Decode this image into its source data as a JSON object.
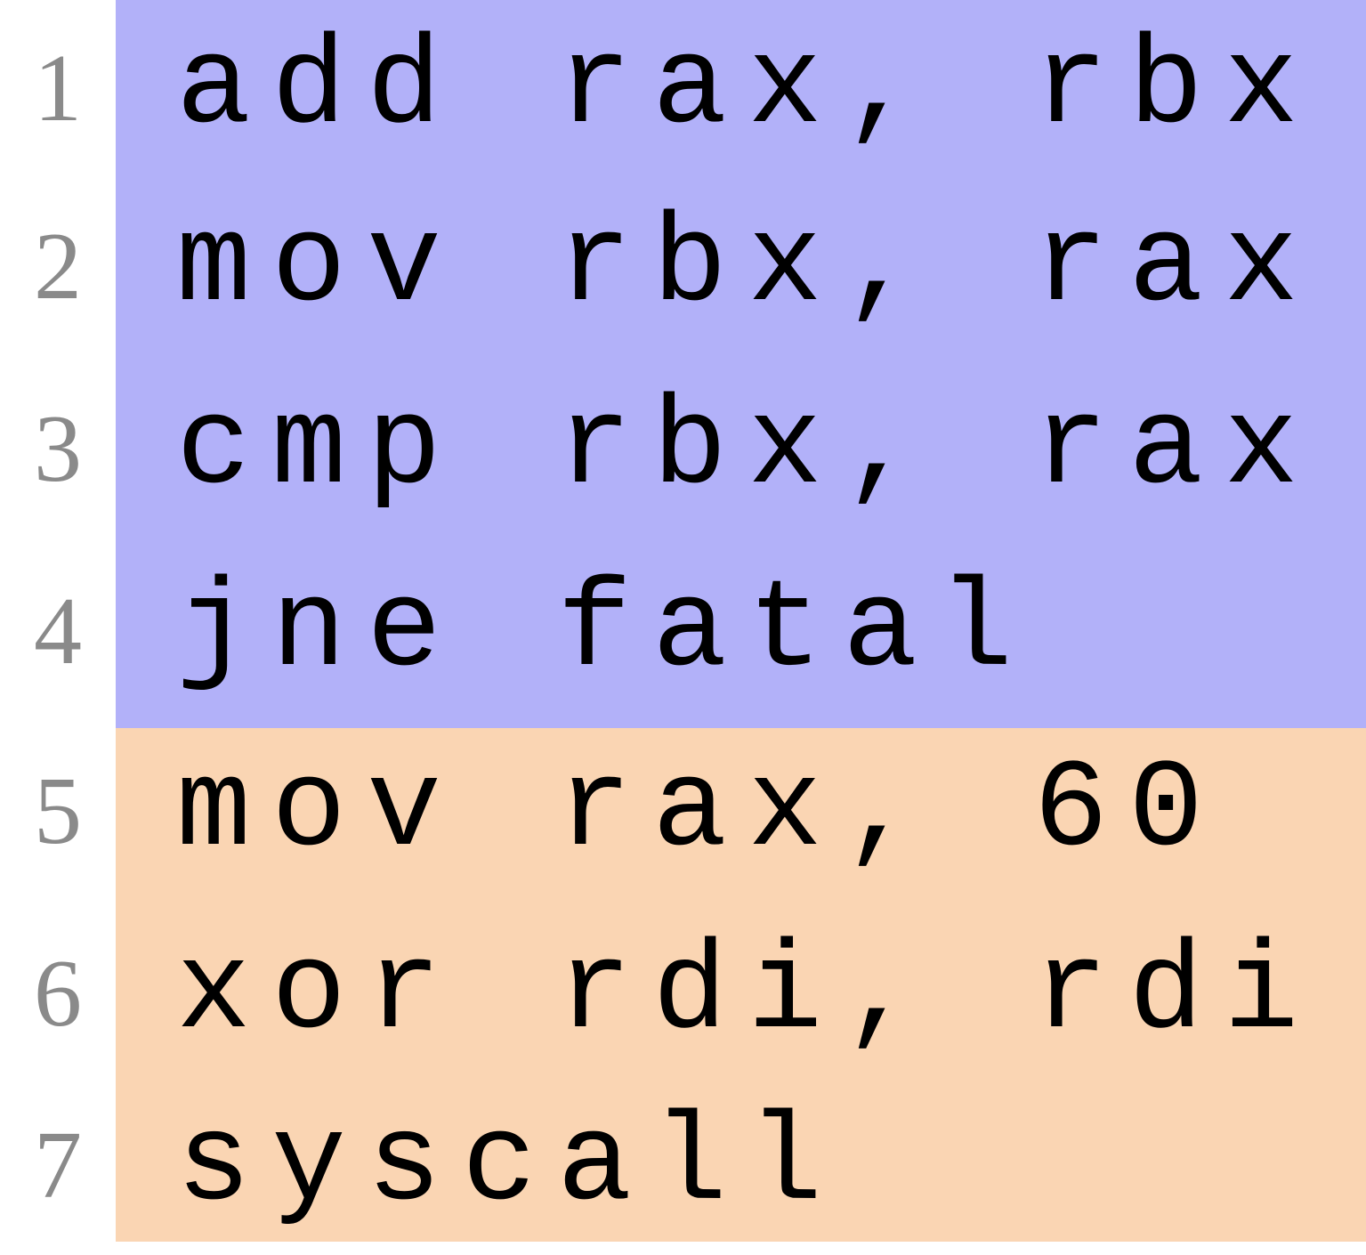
{
  "colors": {
    "block_1": "#b2b1f9",
    "block_2": "#fad5b3",
    "line_number": "#8a8a8a",
    "code_text": "#000000"
  },
  "lines": [
    {
      "number": "1",
      "text": "add rax, rbx"
    },
    {
      "number": "2",
      "text": "mov rbx, rax"
    },
    {
      "number": "3",
      "text": "cmp rbx, rax"
    },
    {
      "number": "4",
      "text": "jne fatal"
    },
    {
      "number": "5",
      "text": "mov rax, 60"
    },
    {
      "number": "6",
      "text": "xor rdi, rdi"
    },
    {
      "number": "7",
      "text": "syscall"
    }
  ]
}
